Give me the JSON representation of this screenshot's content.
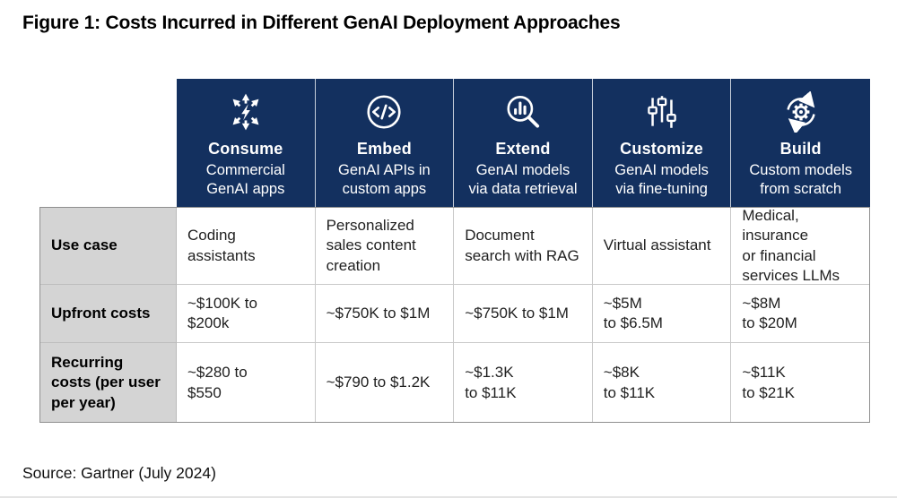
{
  "title": "Figure 1: Costs Incurred in Different GenAI Deployment Approaches",
  "source": "Source: Gartner (July 2024)",
  "colors": {
    "header_bg": "#13305f",
    "header_text": "#ffffff",
    "label_bg": "#d4d4d4",
    "grid_line": "#c9c9c9",
    "outer_border": "#8f8f8f"
  },
  "chart_data": {
    "type": "table",
    "title": "Figure 1: Costs Incurred in Different GenAI Deployment Approaches",
    "source": "Source: Gartner (July 2024)",
    "columns": [
      {
        "icon": "scatter-arrows-bolt-icon",
        "name": "Consume",
        "subtitle": "Commercial\nGenAI apps"
      },
      {
        "icon": "code-circle-icon",
        "name": "Embed",
        "subtitle": "GenAI APIs in\ncustom apps"
      },
      {
        "icon": "magnifier-chart-icon",
        "name": "Extend",
        "subtitle": "GenAI models\nvia data retrieval"
      },
      {
        "icon": "sliders-icon",
        "name": "Customize",
        "subtitle": "GenAI models\nvia fine-tuning"
      },
      {
        "icon": "gear-cycle-icon",
        "name": "Build",
        "subtitle": "Custom models\nfrom scratch"
      }
    ],
    "rows": [
      {
        "label": "Use case",
        "cells": [
          "Coding\nassistants",
          "Personalized\nsales content\ncreation",
          "Document\nsearch with RAG",
          "Virtual assistant",
          "Medical, insurance\nor financial\nservices LLMs"
        ]
      },
      {
        "label": "Upfront costs",
        "cells": [
          "~$100K to\n$200k",
          "~$750K to $1M",
          "~$750K to $1M",
          "~$5M\nto $6.5M",
          "~$8M\nto $20M"
        ]
      },
      {
        "label": "Recurring\ncosts (per user\nper year)",
        "cells": [
          "~$280 to\n$550",
          "~$790 to $1.2K",
          "~$1.3K\nto $11K",
          "~$8K\nto $11K",
          "~$11K\nto $21K"
        ]
      }
    ]
  }
}
